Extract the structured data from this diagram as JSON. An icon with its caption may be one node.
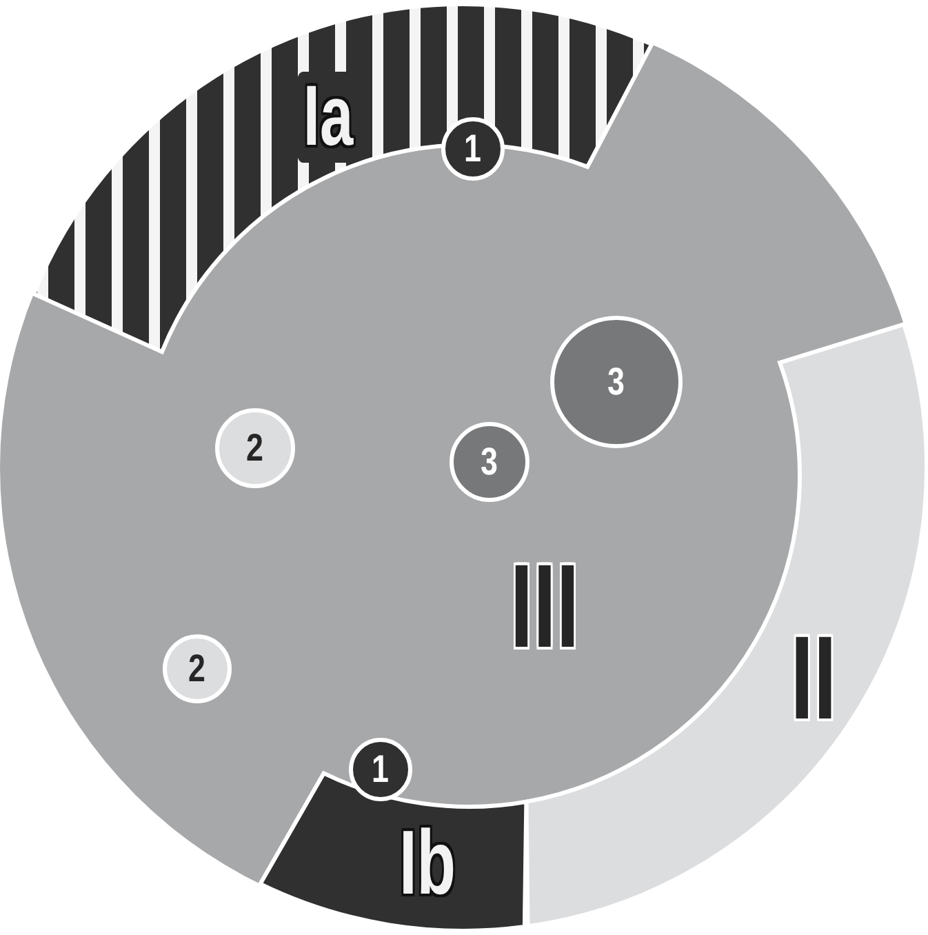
{
  "diagram": {
    "nodes": [
      {
        "text": [
          "Ia"
        ]
      },
      {
        "text": [
          "1"
        ]
      },
      {
        "text": [
          "III"
        ]
      },
      {
        "text": [
          "3"
        ],
        "in": 2
      },
      {
        "text": [
          "2"
        ],
        "in": 2
      },
      {
        "text": [
          "3"
        ],
        "in": 2
      },
      {
        "text": [
          "2"
        ],
        "in": 2
      },
      {
        "text": [
          "II"
        ]
      },
      {
        "text": [
          "1"
        ]
      },
      {
        "text": [
          "Ib"
        ]
      }
    ],
    "edges": []
  }
}
